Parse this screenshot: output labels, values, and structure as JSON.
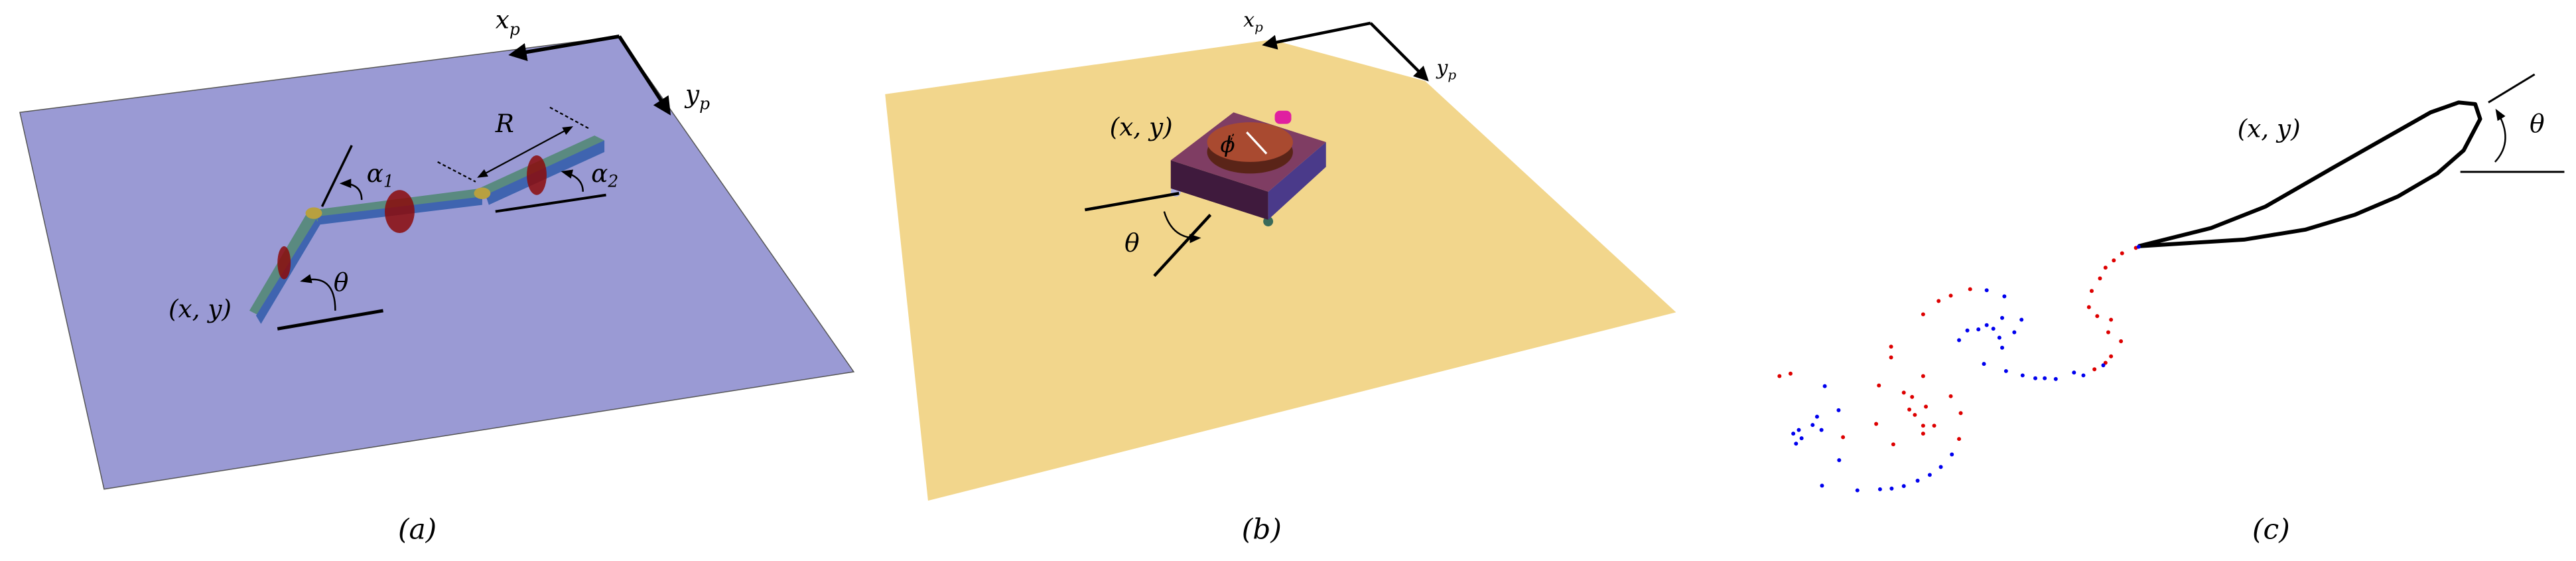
{
  "colors": {
    "plane_a": "#9a9ad4",
    "plane_b": "#f2d68c",
    "link_top": "#5a8a80",
    "link_side": "#3f64b0",
    "wheel": "#8b0a0a",
    "joint": "#b8a040",
    "box_top": "#7f3d63",
    "box_front": "#3f1a3d",
    "box_side": "#4a3a8a",
    "disk": "#a94a30",
    "tab": "#e020a0",
    "dot_red": "#dd0000",
    "dot_blue": "#0000ee"
  },
  "panel_a": {
    "caption": "(a)",
    "xp": {
      "base": "x",
      "sub": "p"
    },
    "yp": {
      "base": "y",
      "sub": "p"
    },
    "pos": "(x, y)",
    "theta": "θ",
    "alpha1": {
      "base": "α",
      "sub": "1"
    },
    "alpha2": {
      "base": "α",
      "sub": "2"
    },
    "R": "R"
  },
  "panel_b": {
    "caption": "(b)",
    "xp": {
      "base": "x",
      "sub": "p"
    },
    "yp": {
      "base": "y",
      "sub": "p"
    },
    "pos": "(x, y)",
    "theta": "θ",
    "phi": "ϕ"
  },
  "panel_c": {
    "caption": "(c)",
    "pos": "(x, y)",
    "theta": "θ"
  }
}
